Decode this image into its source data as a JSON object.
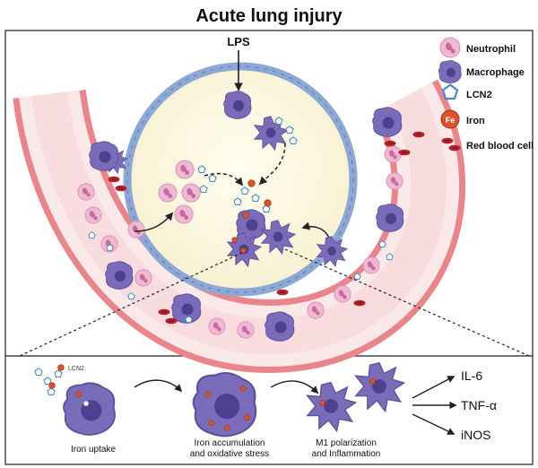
{
  "title": "Acute lung injury",
  "stimulus_label": "LPS",
  "legend": [
    {
      "label": "Neutrophil",
      "icon": "neutrophil-icon"
    },
    {
      "label": "Macrophage",
      "icon": "macrophage-icon"
    },
    {
      "label": "LCN2",
      "icon": "pentagon-icon"
    },
    {
      "label": "Iron",
      "icon": "iron-icon"
    },
    {
      "label": "Red blood cell",
      "icon": "red-blood-cell-icon"
    }
  ],
  "iron_symbol": "Fe",
  "bottom_panel": {
    "lcn2_tag": "LCN2",
    "steps": [
      {
        "line1": "Iron uptake",
        "line2": ""
      },
      {
        "line1": "Iron accumulation",
        "line2": "and oxidative stress"
      },
      {
        "line1": "M1 polarization",
        "line2": "and Inflammation"
      }
    ],
    "outputs": [
      "IL-6",
      "TNF-α",
      "iNOS"
    ]
  },
  "colors": {
    "vessel_wall": "#e8868b",
    "vessel_lumen": "#fbe9ea",
    "alveolus_fill": "#fdf8e3",
    "alveolus_wall": "#8ea8d6",
    "macrophage": "#7a6cb8",
    "macrophage_nucleus": "#4f3f8f",
    "neutrophil": "#f1b8d4",
    "neutrophil_nucleus": "#c46ba0",
    "iron": "#d9542b",
    "red_blood_cell": "#b3222c",
    "lcn2": "#4a8ac4"
  }
}
